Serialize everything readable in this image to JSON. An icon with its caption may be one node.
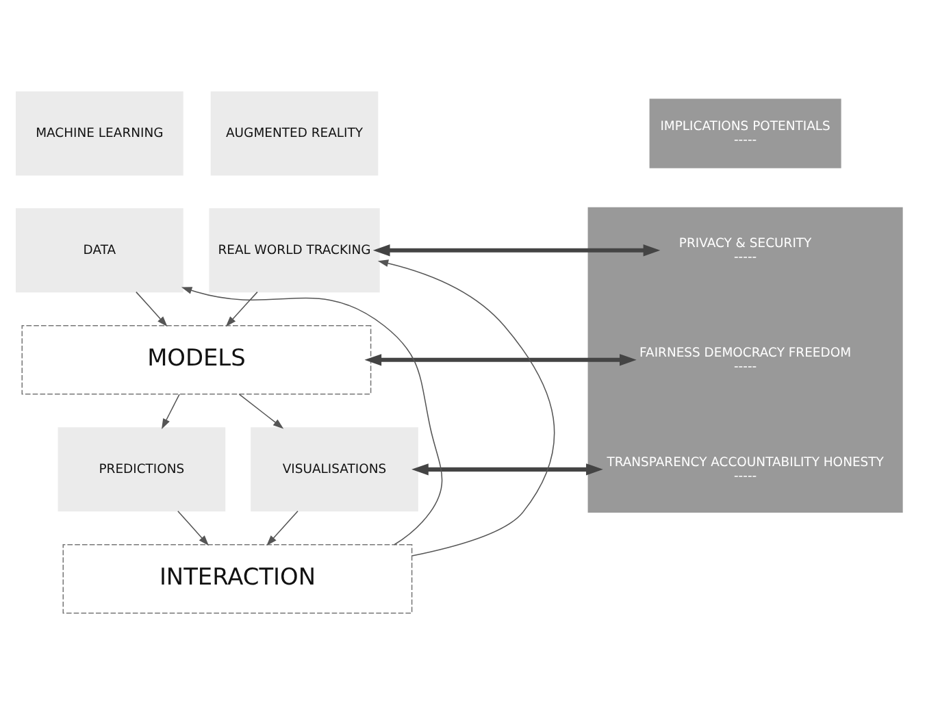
{
  "diagram": {
    "nodes": [
      {
        "text": [
          "MACHINE LEARNING"
        ]
      },
      {
        "text": [
          "AUGMENTED REALITY"
        ]
      },
      {
        "text": [
          "IMPLICATIONS POTENTIALS",
          "-----"
        ]
      },
      {
        "text": [
          "DATA"
        ]
      },
      {
        "text": [
          "REAL WORLD TRACKING"
        ]
      },
      {
        "text": [],
        "shape": "box"
      },
      {
        "text": [
          "PRIVACY & SECURITY",
          "-----"
        ],
        "in": 5
      },
      {
        "text": [
          "FAIRNESS DEMOCRACY FREEDOM",
          "-----"
        ],
        "in": 5
      },
      {
        "text": [
          "TRANSPARENCY ACCOUNTABILITY HONESTY",
          "-----"
        ],
        "in": 5
      },
      {
        "text": [
          "MODELS"
        ]
      },
      {
        "text": [
          "PREDICTIONS"
        ]
      },
      {
        "text": [
          "VISUALISATIONS"
        ]
      },
      {
        "text": [
          "INTERACTION"
        ]
      }
    ],
    "edges": [
      {
        "from": 3,
        "to": 9,
        "arrow": "to"
      },
      {
        "from": 4,
        "to": 9,
        "arrow": "to"
      },
      {
        "from": 9,
        "to": 10,
        "arrow": "to"
      },
      {
        "from": 9,
        "to": 11,
        "arrow": "to"
      },
      {
        "from": 10,
        "to": 12,
        "arrow": "to"
      },
      {
        "from": 11,
        "to": 12,
        "arrow": "to"
      },
      {
        "from": 12,
        "to": 3,
        "arrow": "to"
      },
      {
        "from": 12,
        "to": 4,
        "arrow": "to"
      },
      {
        "from": 4,
        "to": 6,
        "arrow": "both",
        "style": "thick"
      },
      {
        "from": 9,
        "to": 7,
        "arrow": "both",
        "style": "thick"
      },
      {
        "from": 11,
        "to": 8,
        "arrow": "both",
        "style": "thick"
      }
    ]
  }
}
